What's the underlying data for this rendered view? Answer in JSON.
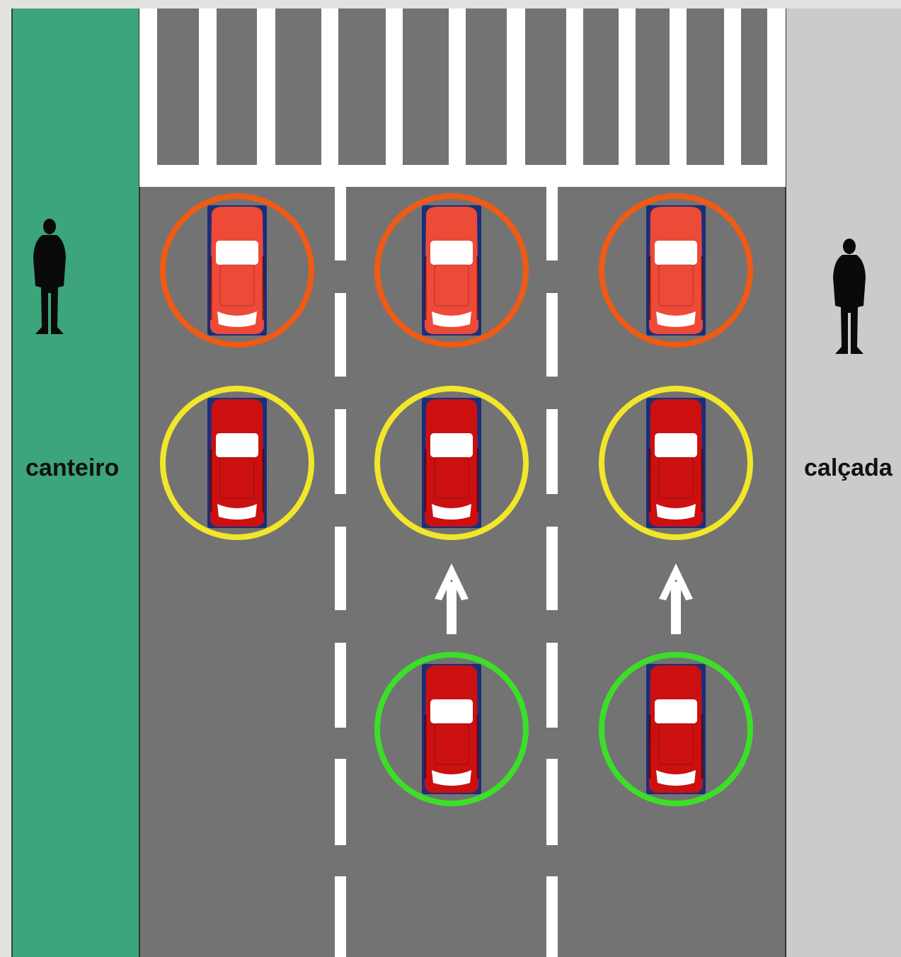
{
  "labels": {
    "median": "canteiro",
    "sidewalk": "calçada"
  },
  "colors": {
    "background": "#e2e3df",
    "median": "#3ca57b",
    "sidewalk": "#cbcbcb",
    "road": "#737373",
    "marking": "#ffffff",
    "car_light": "#ee4a38",
    "car_dark": "#cc1010",
    "ring_front": "#f05a14",
    "ring_middle": "#f2e62a",
    "ring_back": "#3cdf28"
  },
  "icons": {
    "pedestrian": "pedestrian-silhouette-icon",
    "car": "car-top-view-icon",
    "arrow": "arrow-up-icon"
  },
  "lanes": [
    "left",
    "center",
    "right"
  ],
  "cars": [
    {
      "lane": "left",
      "row": "front",
      "ring": "orange",
      "body": "light"
    },
    {
      "lane": "center",
      "row": "front",
      "ring": "orange",
      "body": "light"
    },
    {
      "lane": "right",
      "row": "front",
      "ring": "orange",
      "body": "light"
    },
    {
      "lane": "left",
      "row": "middle",
      "ring": "yellow",
      "body": "dark"
    },
    {
      "lane": "center",
      "row": "middle",
      "ring": "yellow",
      "body": "dark"
    },
    {
      "lane": "right",
      "row": "middle",
      "ring": "yellow",
      "body": "dark"
    },
    {
      "lane": "center",
      "row": "back",
      "ring": "green",
      "body": "dark"
    },
    {
      "lane": "right",
      "row": "back",
      "ring": "green",
      "body": "dark"
    }
  ],
  "arrows": [
    {
      "lane": "center",
      "direction": "up"
    },
    {
      "lane": "right",
      "direction": "up"
    }
  ],
  "pedestrians": [
    {
      "side": "median"
    },
    {
      "side": "sidewalk"
    }
  ]
}
